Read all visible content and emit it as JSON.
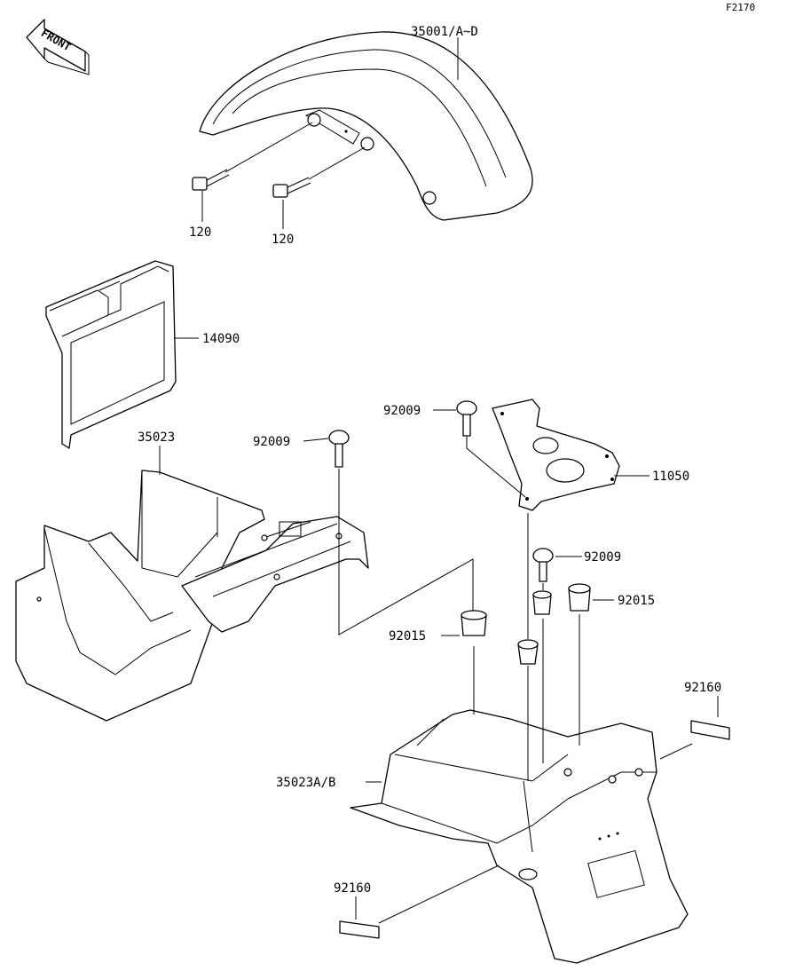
{
  "figure_code": "F2170",
  "front_arrow_text": "FRONT",
  "labels": {
    "rear_fender": "35001/A~D",
    "bolt_left": "120",
    "bolt_right": "120",
    "battery_cover": "14090",
    "inner_fender": "35023",
    "bolt_a": "92009",
    "bolt_b": "92009",
    "bolt_c": "92009",
    "bracket": "11050",
    "grommet_a": "92015",
    "grommet_b": "92015",
    "flap": "35023A/B",
    "reflector_a": "92160",
    "reflector_b": "92160"
  }
}
